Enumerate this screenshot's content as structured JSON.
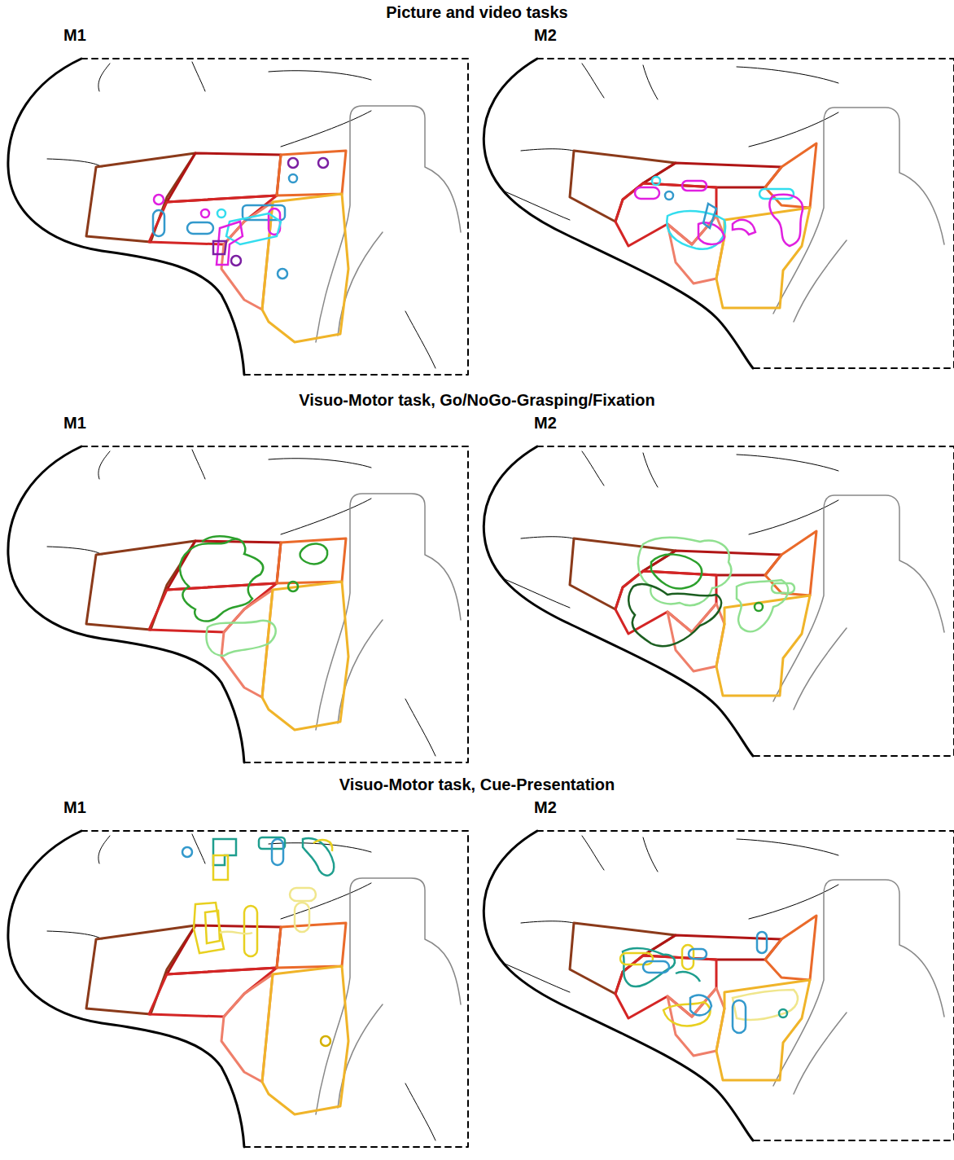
{
  "diagram": {
    "labels": [
      "Picture and video tasks",
      "M1",
      "M2",
      "Visuo-Motor task, Go/NoGo-Grasping/Fixation",
      "M1",
      "M2",
      "Visuo-Motor task, Cue-Presentation",
      "M1",
      "M2"
    ]
  }
}
